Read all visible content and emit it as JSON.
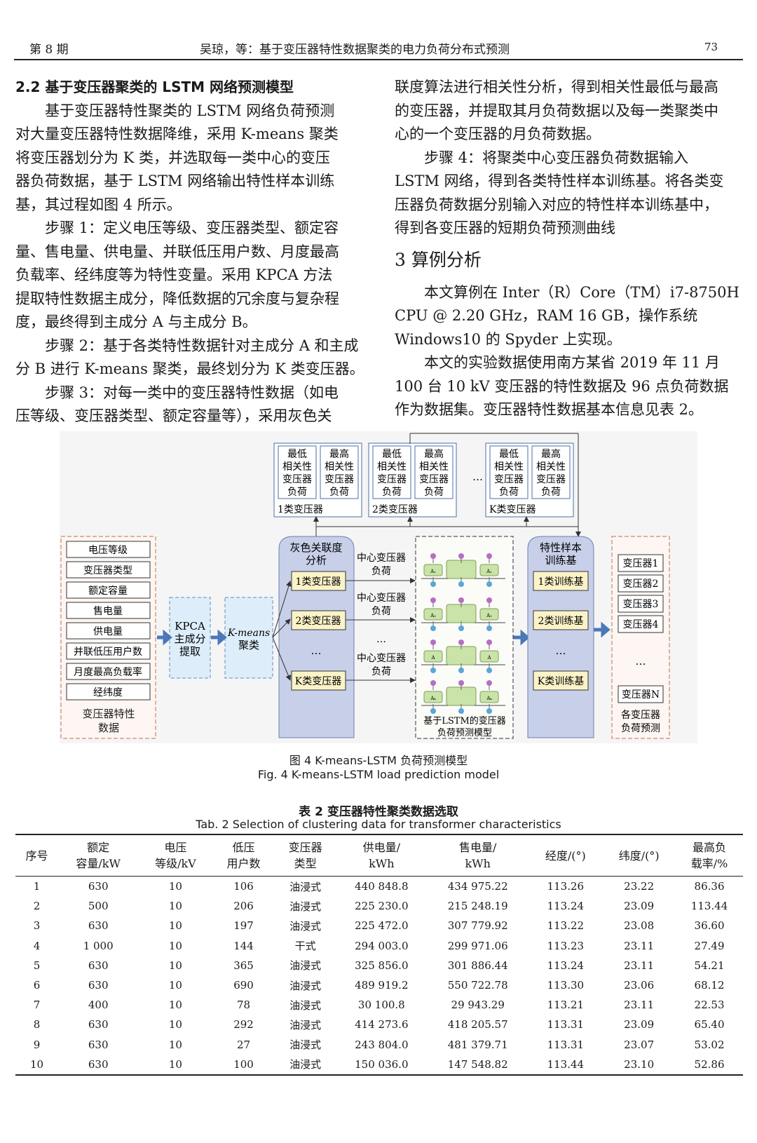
{
  "header": {
    "issue": "第 8 期",
    "running_title": "吴琼，等：基于变压器特性数据聚类的电力负荷分布式预测",
    "page_number": "73"
  },
  "left_col": {
    "section_title": "2.2  基于变压器聚类的 LSTM 网络预测模型",
    "lines": [
      {
        "text": "基于变压器特性聚类的 LSTM 网络负荷预测",
        "indent": true
      },
      {
        "text": "对大量变压器特性数据降维，采用 K-means 聚类",
        "indent": false
      },
      {
        "text": "将变压器划分为 K 类，并选取每一类中心的变压",
        "indent": false
      },
      {
        "text": "器负荷数据，基于 LSTM 网络输出特性样本训练",
        "indent": false
      },
      {
        "text": "基，其过程如图 4 所示。",
        "indent": false
      },
      {
        "text": "步骤 1：定义电压等级、变压器类型、额定容",
        "indent": true
      },
      {
        "text": "量、售电量、供电量、并联低压用户数、月度最高",
        "indent": false
      },
      {
        "text": "负载率、经纬度等为特性变量。采用 KPCA 方法",
        "indent": false
      },
      {
        "text": "提取特性数据主成分，降低数据的冗余度与复杂程",
        "indent": false
      },
      {
        "text": "度，最终得到主成分 A 与主成分 B。",
        "indent": false
      },
      {
        "text": "步骤 2：基于各类特性数据针对主成分 A 和主成",
        "indent": true
      },
      {
        "text": "分 B 进行 K-means 聚类，最终划分为 K 类变压器。",
        "indent": false
      },
      {
        "text": "步骤 3：对每一类中的变压器特性数据（如电",
        "indent": true
      },
      {
        "text": "压等级、变压器类型、额定容量等），采用灰色关",
        "indent": false
      }
    ]
  },
  "right_col": {
    "lines_top": [
      {
        "text": "联度算法进行相关性分析，得到相关性最低与最高",
        "indent": false
      },
      {
        "text": "的变压器，并提取其月负荷数据以及每一类聚类中",
        "indent": false
      },
      {
        "text": "心的一个变压器的月负荷数据。",
        "indent": false
      },
      {
        "text": "步骤 4：将聚类中心变压器负荷数据输入",
        "indent": true
      },
      {
        "text": "LSTM 网络，得到各类特性样本训练基。将各类变",
        "indent": false
      },
      {
        "text": "压器负荷数据分别输入对应的特性样本训练基中，",
        "indent": false
      },
      {
        "text": "得到各变压器的短期负荷预测曲线",
        "indent": false
      }
    ],
    "section3_title": "3  算例分析",
    "lines_bottom": [
      {
        "text": "本文算例在 Inter（R）Core（TM）i7-8750H",
        "indent": true
      },
      {
        "text": "CPU @ 2.20 GHz，RAM 16 GB，操作系统",
        "indent": false
      },
      {
        "text": "Windows10 的 Spyder 上实现。",
        "indent": false
      },
      {
        "text": "本文的实验数据使用南方某省 2019 年 11 月",
        "indent": true
      },
      {
        "text": "100 台 10 kV 变压器的特性数据及 96 点负荷数据",
        "indent": false
      },
      {
        "text": "作为数据集。变压器特性数据基本信息见表 2。",
        "indent": false
      }
    ]
  },
  "figure": {
    "features": [
      "电压等级",
      "变压器类型",
      "额定容量",
      "售电量",
      "供电量",
      "并联低压用户数",
      "月度最高负载率",
      "经纬度"
    ],
    "features_caption": [
      "变压器特性",
      "数据"
    ],
    "kpca_box": [
      "KPCA",
      "主成分",
      "提取"
    ],
    "kmeans_box": [
      "K-means",
      "聚类"
    ],
    "grey_title": [
      "灰色关联度",
      "分析"
    ],
    "classes": [
      "1类变压器",
      "2类变压器",
      "…",
      "K类变压器"
    ],
    "center_label": [
      "中心变压器",
      "负荷"
    ],
    "ellipsis": "…",
    "top_cells": [
      "最低",
      "相关性",
      "变压器",
      "负荷",
      "最高",
      "相关性",
      "变压器",
      "负荷"
    ],
    "top_groups": [
      "1类变压器",
      "2类变压器",
      "K类变压器"
    ],
    "lstm_caption": [
      "基于LSTM的变压器",
      "负荷预测模型"
    ],
    "lstm_cell_labels": [
      "A₁",
      "A₂",
      "A",
      "Aₖ"
    ],
    "train_title": [
      "特性样本",
      "训练基"
    ],
    "train_items": [
      "1类训练基",
      "2类训练基",
      "…",
      "K类训练基"
    ],
    "outputs": [
      "变压器1",
      "变压器2",
      "变压器3",
      "变压器4",
      "…",
      "变压器N"
    ],
    "output_caption": [
      "各变压器",
      "负荷预测"
    ],
    "caption_zh": "图 4  K-means-LSTM 负荷预测模型",
    "caption_en": "Fig. 4   K-means-LSTM load prediction model"
  },
  "table": {
    "title_zh": "表 2  变压器特性聚类数据选取",
    "title_en": "Tab. 2  Selection of clustering data for transformer characteristics",
    "headers": [
      [
        "序号"
      ],
      [
        "额定",
        "容量/kW"
      ],
      [
        "电压",
        "等级/kV"
      ],
      [
        "低压",
        "用户数"
      ],
      [
        "变压器",
        "类型"
      ],
      [
        "供电量/",
        "kWh"
      ],
      [
        "售电量/",
        "kWh"
      ],
      [
        "经度/(°)"
      ],
      [
        "纬度/(°)"
      ],
      [
        "最高负",
        "载率/%"
      ]
    ],
    "rows": [
      [
        "1",
        "630",
        "10",
        "106",
        "油浸式",
        "440 848.8",
        "434 975.22",
        "113.26",
        "23.22",
        "86.36"
      ],
      [
        "2",
        "500",
        "10",
        "206",
        "油浸式",
        "225 230.0",
        "215 248.19",
        "113.24",
        "23.09",
        "113.44"
      ],
      [
        "3",
        "630",
        "10",
        "197",
        "油浸式",
        "225 472.0",
        "307 779.92",
        "113.22",
        "23.08",
        "36.60"
      ],
      [
        "4",
        "1 000",
        "10",
        "144",
        "干式",
        "294 003.0",
        "299 971.06",
        "113.23",
        "23.11",
        "27.49"
      ],
      [
        "5",
        "630",
        "10",
        "365",
        "油浸式",
        "325 856.0",
        "301 886.44",
        "113.24",
        "23.11",
        "54.21"
      ],
      [
        "6",
        "630",
        "10",
        "690",
        "油浸式",
        "489 919.2",
        "550 722.78",
        "113.30",
        "23.06",
        "68.12"
      ],
      [
        "7",
        "400",
        "10",
        "78",
        "油浸式",
        "30 100.8",
        "29 943.29",
        "113.21",
        "23.11",
        "22.53"
      ],
      [
        "8",
        "630",
        "10",
        "292",
        "油浸式",
        "414 273.6",
        "418 205.57",
        "113.31",
        "23.09",
        "65.40"
      ],
      [
        "9",
        "630",
        "10",
        "27",
        "油浸式",
        "243 804.0",
        "481 379.71",
        "113.31",
        "23.07",
        "53.02"
      ],
      [
        "10",
        "630",
        "10",
        "100",
        "油浸式",
        "150 036.0",
        "147 548.82",
        "113.44",
        "23.10",
        "52.86"
      ]
    ]
  }
}
